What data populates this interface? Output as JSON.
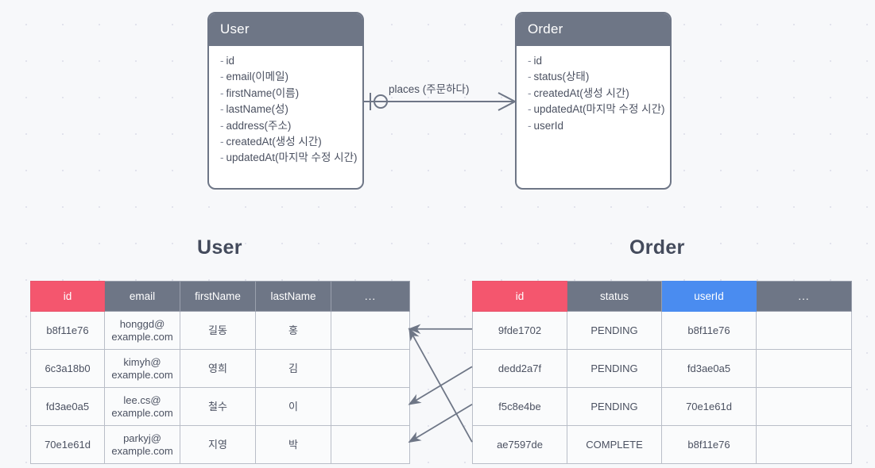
{
  "diagram": {
    "entities": [
      {
        "name": "User",
        "attributes": [
          "id",
          "email(이메일)",
          "firstName(이름)",
          "lastName(성)",
          "address(주소)",
          "createdAt(생성 시간)",
          "updatedAt(마지막 수정 시간)"
        ]
      },
      {
        "name": "Order",
        "attributes": [
          "id",
          "status(상태)",
          "createdAt(생성 시간)",
          "updatedAt(마지막 수정 시간)",
          "userId"
        ]
      }
    ],
    "relationship": {
      "label": "places (주문하다)",
      "left_cardinality": "one-and-only-one",
      "right_cardinality": "many"
    }
  },
  "tables": [
    {
      "caption": "User",
      "columns": [
        {
          "label": "id",
          "key": "pk"
        },
        {
          "label": "email",
          "key": "normal"
        },
        {
          "label": "firstName",
          "key": "normal"
        },
        {
          "label": "lastName",
          "key": "normal"
        },
        {
          "label": "...",
          "key": "ell"
        }
      ],
      "rows": [
        [
          "b8f11e76",
          "honggd@example.com",
          "길동",
          "홍",
          ""
        ],
        [
          "6c3a18b0",
          "kimyh@example.com",
          "영희",
          "김",
          ""
        ],
        [
          "fd3ae0a5",
          "lee.cs@example.com",
          "철수",
          "이",
          ""
        ],
        [
          "70e1e61d",
          "parkyj@example.com",
          "지영",
          "박",
          ""
        ]
      ]
    },
    {
      "caption": "Order",
      "columns": [
        {
          "label": "id",
          "key": "pk"
        },
        {
          "label": "status",
          "key": "normal"
        },
        {
          "label": "userId",
          "key": "fk"
        },
        {
          "label": "...",
          "key": "ell"
        }
      ],
      "rows": [
        [
          "9fde1702",
          "PENDING",
          "b8f11e76",
          ""
        ],
        [
          "dedd2a7f",
          "PENDING",
          "fd3ae0a5",
          ""
        ],
        [
          "f5c8e4be",
          "PENDING",
          "70e1e61d",
          ""
        ],
        [
          "ae7597de",
          "COMPLETE",
          "b8f11e76",
          ""
        ]
      ]
    }
  ],
  "fk_links": [
    {
      "from_row": 0,
      "to_row": 0
    },
    {
      "from_row": 1,
      "to_row": 2
    },
    {
      "from_row": 2,
      "to_row": 3
    },
    {
      "from_row": 3,
      "to_row": 0
    }
  ],
  "colors": {
    "primary_key": "#f4566e",
    "foreign_key": "#4a8cf0",
    "header": "#6e7686",
    "background": "#f7f8fa"
  }
}
